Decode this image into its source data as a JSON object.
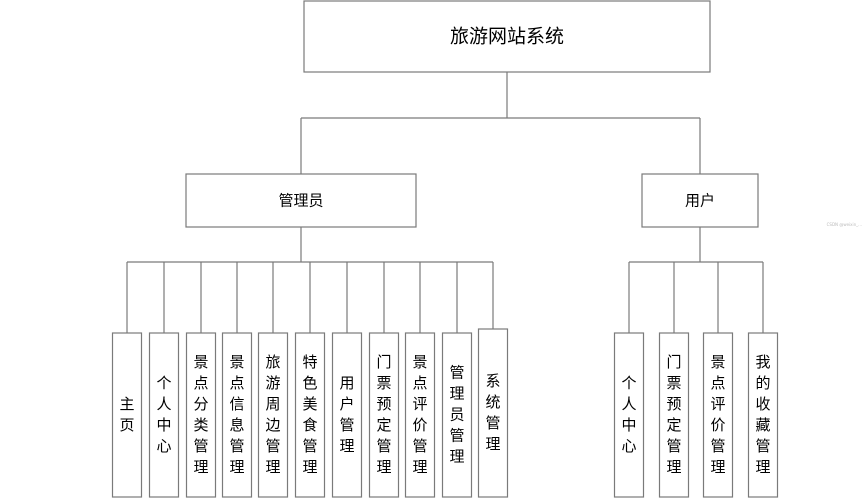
{
  "diagram": {
    "root": {
      "label": "旅游网站系统",
      "children": [
        {
          "label": "管理员",
          "children": [
            "主页",
            "个人中心",
            "景点分类管理",
            "景点信息管理",
            "旅游周边管理",
            "特色美食管理",
            "用户管理",
            "门票预定管理",
            "景点评价管理",
            "管理员管理",
            "系统管理"
          ]
        },
        {
          "label": "用户",
          "children": [
            "个人中心",
            "门票预定管理",
            "景点评价管理",
            "我的收藏管理"
          ]
        }
      ]
    },
    "watermark": "CSDN @weixin_..."
  }
}
